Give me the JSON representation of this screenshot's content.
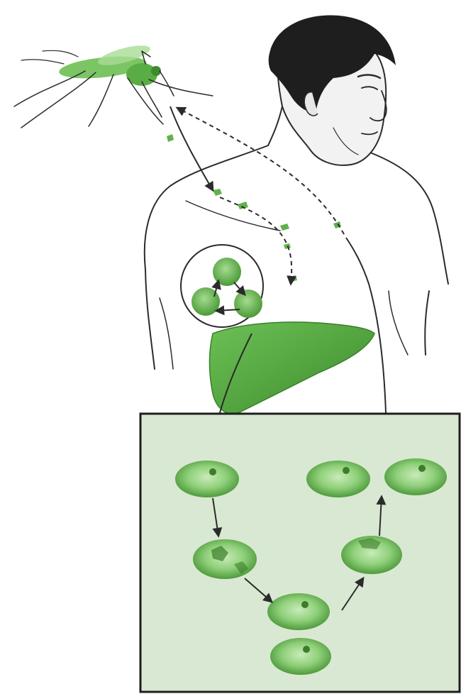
{
  "diagram": {
    "subject": "malaria-parasite-life-cycle",
    "labels": [],
    "colors": {
      "parasite_green": "#5fb34a",
      "cell_green": "#8fd07a",
      "cell_edge": "#4f9a3c",
      "hair": "#1e1e1e",
      "skin": "#efefef",
      "blood_panel_bg": "#d9e8d2",
      "liver": "#4fa83c",
      "arrow": "#2b2b2b"
    },
    "icons": [
      "mosquito-icon",
      "human-figure-icon",
      "liver-icon",
      "red-blood-cell-icon"
    ],
    "stages": [
      {
        "name": "mosquito-bite",
        "edge": "solid-arrow-to-human"
      },
      {
        "name": "sporozoites-in-blood",
        "edge": "solid-arrow-to-liver"
      },
      {
        "name": "liver-schizont-cycle",
        "edge": "solid-arrow-to-blood"
      },
      {
        "name": "erythrocytic-cycle",
        "edge": "cycle"
      },
      {
        "name": "gametocytes-to-mosquito",
        "edge": "dashed-arrow-to-mosquito"
      }
    ]
  }
}
